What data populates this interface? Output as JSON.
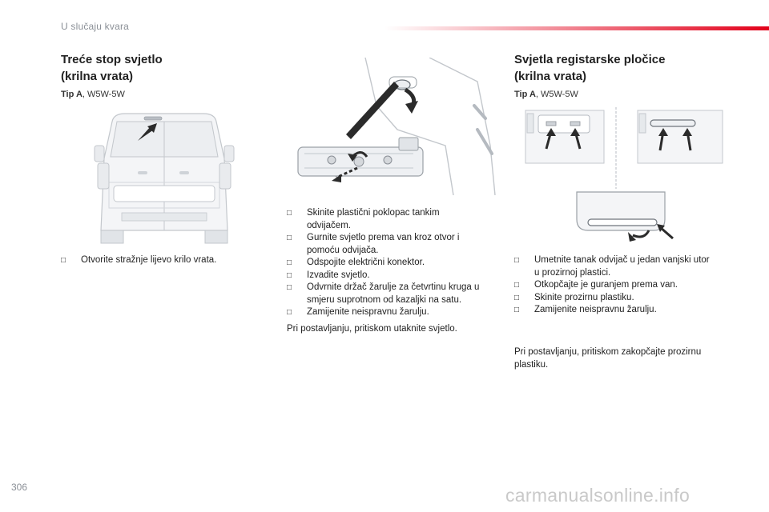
{
  "header": {
    "section_title": "U slučaju kvara"
  },
  "left": {
    "title_line1": "Treće stop svjetlo",
    "title_line2": "(krilna vrata)",
    "type_label": "Tip A",
    "type_value": ", W5W-5W",
    "steps": [
      "Otvorite stražnje lijevo krilo vrata."
    ]
  },
  "middle": {
    "steps": [
      [
        "Skinite plastični poklopac tankim",
        "odvijačem."
      ],
      [
        "Gurnite svjetlo prema van kroz otvor i",
        "pomoću odvijača."
      ],
      [
        "Odspojite električni konektor."
      ],
      [
        "Izvadite svjetlo."
      ],
      [
        "Odvrnite držač žarulje za četvrtinu kruga u",
        "smjeru suprotnom od kazaljki na satu."
      ],
      [
        "Zamijenite neispravnu žarulju."
      ]
    ],
    "note": "Pri postavljanju, pritiskom utaknite svjetlo."
  },
  "right": {
    "title_line1": "Svjetla registarske pločice",
    "title_line2": "(krilna vrata)",
    "type_label": "Tip A",
    "type_value": ", W5W-5W",
    "steps": [
      [
        "Umetnite tanak odvijač u jedan vanjski utor",
        "u prozirnoj plastici."
      ],
      [
        "Otkopčajte je guranjem prema van."
      ],
      [
        "Skinite prozirnu plastiku."
      ],
      [
        "Zamijenite neispravnu žarulju."
      ]
    ],
    "note_line1": "Pri postavljanju, pritiskom zakopčajte prozirnu",
    "note_line2": "plastiku."
  },
  "footer": {
    "page_number": "306",
    "watermark": "carmanualsonline.info"
  },
  "icons": {
    "bullet": "checkbox-bullet-icon"
  }
}
